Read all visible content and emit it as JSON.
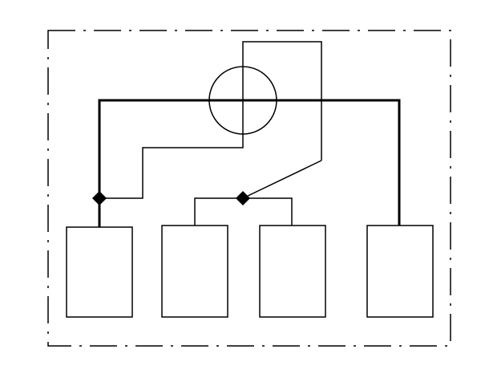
{
  "diagram": {
    "colors": {
      "line": "#000000",
      "background": "#ffffff"
    },
    "frame": {
      "style": "dash-dot"
    },
    "components": [
      {
        "id": "circle-element",
        "kind": "circle"
      },
      {
        "id": "block-1",
        "kind": "rectangle"
      },
      {
        "id": "block-2",
        "kind": "rectangle"
      },
      {
        "id": "block-3",
        "kind": "rectangle"
      },
      {
        "id": "block-4",
        "kind": "rectangle"
      },
      {
        "id": "junction-1",
        "kind": "junction-dot"
      },
      {
        "id": "junction-2",
        "kind": "junction-dot"
      }
    ]
  }
}
